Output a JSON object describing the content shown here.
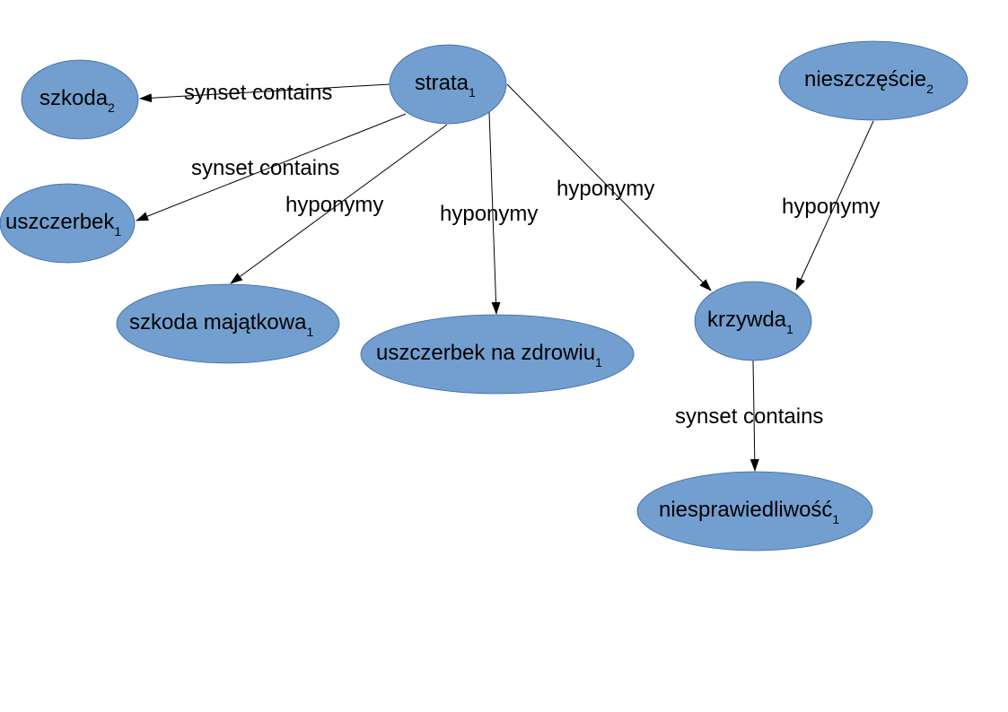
{
  "diagram": {
    "colors": {
      "node_fill": "#729fcf",
      "node_stroke": "#3465a4",
      "edge": "#000000",
      "text": "#000000"
    },
    "nodes": [
      {
        "id": "strata",
        "label": "strata",
        "sub": "1"
      },
      {
        "id": "szkoda",
        "label": "szkoda",
        "sub": "2"
      },
      {
        "id": "uszczerbek",
        "label": "uszczerbek",
        "sub": "1"
      },
      {
        "id": "szkoda-majatkowa",
        "label": "szkoda majątkowa",
        "sub": "1"
      },
      {
        "id": "uszczerbek-na-zdrowiu",
        "label": "uszczerbek na zdrowiu",
        "sub": "1"
      },
      {
        "id": "krzywda",
        "label": "krzywda",
        "sub": "1"
      },
      {
        "id": "nieszczescie",
        "label": "nieszczęście",
        "sub": "2"
      },
      {
        "id": "niesprawiedliwosc",
        "label": "niesprawiedliwość",
        "sub": "1"
      }
    ],
    "edges": [
      {
        "id": "strata-szkoda",
        "from": "strata",
        "to": "szkoda",
        "label": "synset contains"
      },
      {
        "id": "strata-uszczerbek",
        "from": "strata",
        "to": "uszczerbek",
        "label": "synset contains"
      },
      {
        "id": "strata-szkoda-majatkowa",
        "from": "strata",
        "to": "szkoda-majatkowa",
        "label": "hyponymy"
      },
      {
        "id": "strata-uszczerbek-na-zdrowiu",
        "from": "strata",
        "to": "uszczerbek-na-zdrowiu",
        "label": "hyponymy"
      },
      {
        "id": "strata-krzywda",
        "from": "strata",
        "to": "krzywda",
        "label": "hyponymy"
      },
      {
        "id": "nieszczescie-krzywda",
        "from": "nieszczescie",
        "to": "krzywda",
        "label": "hyponymy"
      },
      {
        "id": "krzywda-niesprawiedliwosc",
        "from": "krzywda",
        "to": "niesprawiedliwosc",
        "label": "synset contains"
      }
    ]
  }
}
